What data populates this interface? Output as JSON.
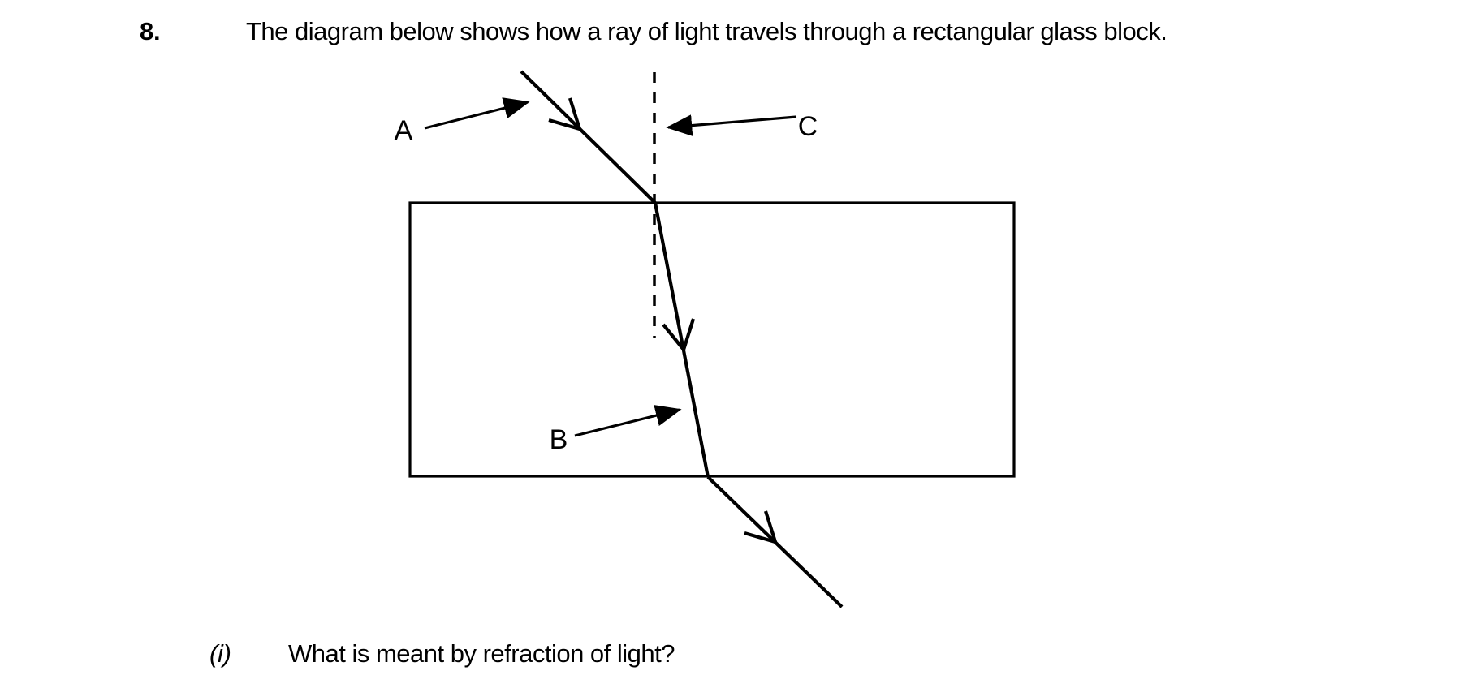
{
  "page": {
    "background_color": "#ffffff",
    "ink_color": "#000000"
  },
  "question": {
    "number": "8.",
    "text": "The diagram below shows how a ray of light travels through a rectangular glass block."
  },
  "diagram": {
    "type": "ray-optics-refraction-through-rectangular-glass-block",
    "labels": {
      "A": "A",
      "B": "B",
      "C": "C"
    },
    "elements": {
      "A_points_to": "incident ray",
      "B_points_to": "refracted ray inside block",
      "C_points_to": "normal (dashed line)"
    }
  },
  "sub_question": {
    "number": "(i)",
    "text": "What is meant by refraction of light?"
  }
}
